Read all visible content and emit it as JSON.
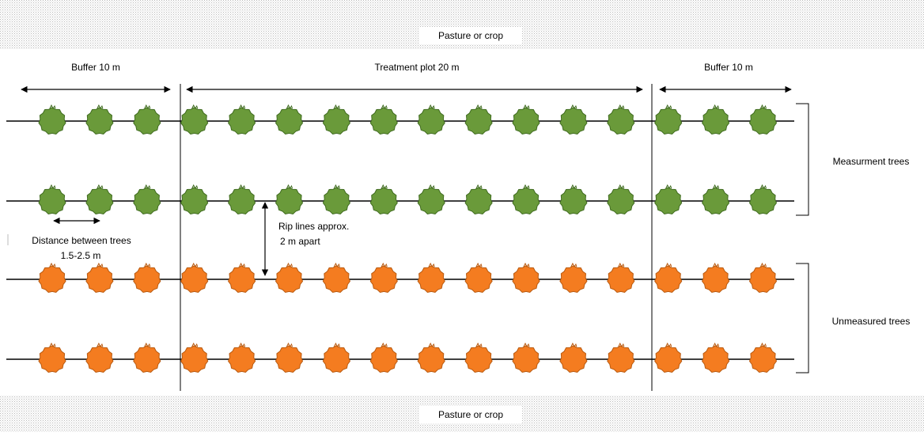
{
  "header_band": {
    "label": "Pasture or crop"
  },
  "footer_band": {
    "label": "Pasture or crop"
  },
  "spans": {
    "buffer_left": "Buffer 10 m",
    "treatment": "Treatment plot 20 m",
    "buffer_right": "Buffer 10 m"
  },
  "annotations": {
    "tree_distance_line1": "Distance between trees",
    "tree_distance_line2": "1.5-2.5 m",
    "rip_lines_line1": "Rip lines approx.",
    "rip_lines_line2": "2 m apart"
  },
  "groups": {
    "measured": "Measurment trees",
    "unmeasured": "Unmeasured trees"
  },
  "rows": [
    {
      "group": "measured",
      "color": "#6a9a3a",
      "stroke": "#3f6b1f"
    },
    {
      "group": "measured",
      "color": "#6a9a3a",
      "stroke": "#3f6b1f"
    },
    {
      "group": "unmeasured",
      "color": "#f47c20",
      "stroke": "#b85a10"
    },
    {
      "group": "unmeasured",
      "color": "#f47c20",
      "stroke": "#b85a10"
    }
  ],
  "trees_per_row": 16,
  "colors": {
    "measured_tree": "#6a9a3a",
    "unmeasured_tree": "#f47c20",
    "band_dot": "#b9b9b9"
  }
}
